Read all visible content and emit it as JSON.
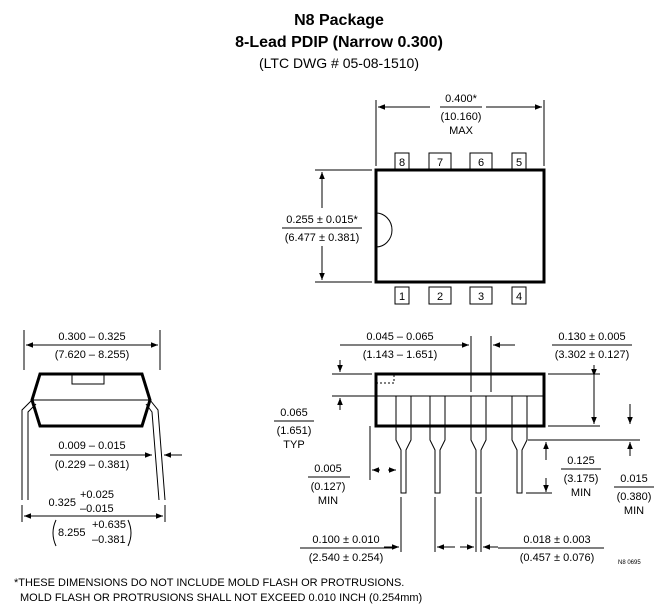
{
  "header": {
    "title_line1": "N8 Package",
    "title_line2": "8-Lead PDIP (Narrow 0.300)",
    "title_line3": "(LTC DWG # 05-08-1510)"
  },
  "top_view": {
    "pins_top": [
      "8",
      "7",
      "6",
      "5"
    ],
    "pins_bottom": [
      "1",
      "2",
      "3",
      "4"
    ],
    "width": {
      "in": "0.400*",
      "mm": "(10.160)",
      "note": "MAX"
    },
    "height": {
      "in": "0.255 ± 0.015*",
      "mm": "(6.477 ± 0.381)"
    }
  },
  "end_view": {
    "body_width": {
      "in": "0.300 – 0.325",
      "mm": "(7.620 – 8.255)"
    },
    "lead_thickness": {
      "in": "0.009 – 0.015",
      "mm": "(0.229 – 0.381)"
    },
    "lead_spread": {
      "in_nominal": "0.325",
      "in_plus": "+0.025",
      "in_minus": "–0.015",
      "mm_nominal": "8.255",
      "mm_plus": "+0.635",
      "mm_minus": "–0.381"
    }
  },
  "side_view": {
    "end_lead": {
      "in": "0.045 – 0.065",
      "mm": "(1.143 – 1.651)"
    },
    "body_height": {
      "in": "0.130 ± 0.005",
      "mm": "(3.302 ± 0.127)"
    },
    "shoulder": {
      "in": "0.065",
      "mm": "(1.651)",
      "note": "TYP"
    },
    "seating": {
      "in": "0.005",
      "mm": "(0.127)",
      "note": "MIN"
    },
    "lead_length": {
      "in": "0.125",
      "mm": "(3.175)",
      "note": "MIN"
    },
    "standoff": {
      "in": "0.015",
      "mm": "(0.380)",
      "note": "MIN"
    },
    "pitch": {
      "in": "0.100 ± 0.010",
      "mm": "(2.540 ± 0.254)"
    },
    "lead_width": {
      "in": "0.018 ± 0.003",
      "mm": "(0.457 ± 0.076)"
    },
    "drawing_code": "N8 0695"
  },
  "notes": {
    "line1": "*THESE DIMENSIONS DO NOT INCLUDE MOLD FLASH OR PROTRUSIONS.",
    "line2": "MOLD FLASH OR PROTRUSIONS SHALL NOT EXCEED 0.010 INCH (0.254mm)"
  }
}
